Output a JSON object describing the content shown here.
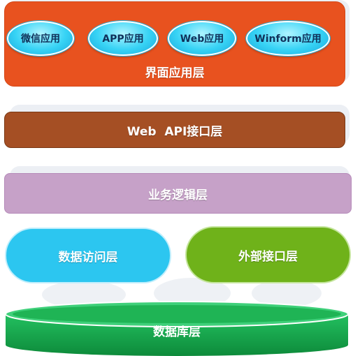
{
  "ui_layer": {
    "label": "界面应用层",
    "apps": [
      "微信应用",
      "APP应用",
      "Web应用",
      "Winform应用"
    ]
  },
  "webapi_layer": {
    "label": "Web  API接口层"
  },
  "logic_layer": {
    "label": "业务逻辑层"
  },
  "data_access_layer": {
    "label": "数据访问层"
  },
  "external_interface_layer": {
    "label": "外部接口层"
  },
  "database_layer": {
    "label": "数据库层"
  },
  "colors": {
    "ui_layer": "#e8521f",
    "app_pill": "#37d3f5",
    "webapi_layer": "#a54f24",
    "logic_layer": "#c6a1c8",
    "data_access_layer": "#2cc6f0",
    "external_interface_layer": "#6fb21a",
    "database_layer": "#15a94a"
  }
}
